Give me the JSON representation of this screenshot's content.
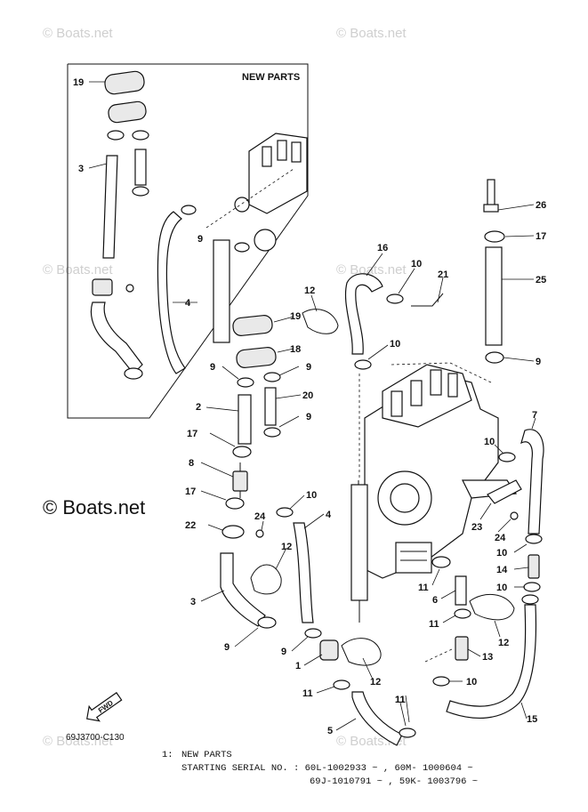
{
  "watermarks": {
    "small": "© Boats.net",
    "large": "© Boats.net"
  },
  "inset": {
    "title": "NEW PARTS"
  },
  "callouts": [
    {
      "id": "c19a",
      "label": "19"
    },
    {
      "id": "c3a",
      "label": "3"
    },
    {
      "id": "c9a",
      "label": "9"
    },
    {
      "id": "c4a",
      "label": "4"
    },
    {
      "id": "c16",
      "label": "16"
    },
    {
      "id": "c10a",
      "label": "10"
    },
    {
      "id": "c21",
      "label": "21"
    },
    {
      "id": "c12a",
      "label": "12"
    },
    {
      "id": "c19b",
      "label": "19"
    },
    {
      "id": "c18",
      "label": "18"
    },
    {
      "id": "c10b",
      "label": "10"
    },
    {
      "id": "c9b",
      "label": "9"
    },
    {
      "id": "c9c",
      "label": "9"
    },
    {
      "id": "c2",
      "label": "2"
    },
    {
      "id": "c20",
      "label": "20"
    },
    {
      "id": "c9d",
      "label": "9"
    },
    {
      "id": "c17a",
      "label": "17"
    },
    {
      "id": "c8",
      "label": "8"
    },
    {
      "id": "c17b",
      "label": "17"
    },
    {
      "id": "c22",
      "label": "22"
    },
    {
      "id": "c24a",
      "label": "24"
    },
    {
      "id": "c10c",
      "label": "10"
    },
    {
      "id": "c4b",
      "label": "4"
    },
    {
      "id": "c12b",
      "label": "12"
    },
    {
      "id": "c3b",
      "label": "3"
    },
    {
      "id": "c9e",
      "label": "9"
    },
    {
      "id": "c9f",
      "label": "9"
    },
    {
      "id": "c1",
      "label": "1"
    },
    {
      "id": "c11a",
      "label": "11"
    },
    {
      "id": "c12c",
      "label": "12"
    },
    {
      "id": "c5",
      "label": "5"
    },
    {
      "id": "c11b",
      "label": "11"
    },
    {
      "id": "c26",
      "label": "26"
    },
    {
      "id": "c17c",
      "label": "17"
    },
    {
      "id": "c25",
      "label": "25"
    },
    {
      "id": "c9g",
      "label": "9"
    },
    {
      "id": "c7",
      "label": "7"
    },
    {
      "id": "c10d",
      "label": "10"
    },
    {
      "id": "c23",
      "label": "23"
    },
    {
      "id": "c24b",
      "label": "24"
    },
    {
      "id": "c10e",
      "label": "10"
    },
    {
      "id": "c14",
      "label": "14"
    },
    {
      "id": "c10f",
      "label": "10"
    },
    {
      "id": "c11c",
      "label": "11"
    },
    {
      "id": "c6",
      "label": "6"
    },
    {
      "id": "c11d",
      "label": "11"
    },
    {
      "id": "c12d",
      "label": "12"
    },
    {
      "id": "c13",
      "label": "13"
    },
    {
      "id": "c10g",
      "label": "10"
    },
    {
      "id": "c11e",
      "label": "11"
    },
    {
      "id": "c15",
      "label": "15"
    }
  ],
  "diagram_code": "69J3700-C130",
  "fwd_label": "FWD",
  "notes": {
    "line1_index": "1:",
    "line1_text": "NEW PARTS",
    "line2": "STARTING SERIAL NO. : 60L-1002933 ~ , 60M- 1000604 ~",
    "line3": "69J-1010791 ~ , 59K- 1003796 ~"
  }
}
